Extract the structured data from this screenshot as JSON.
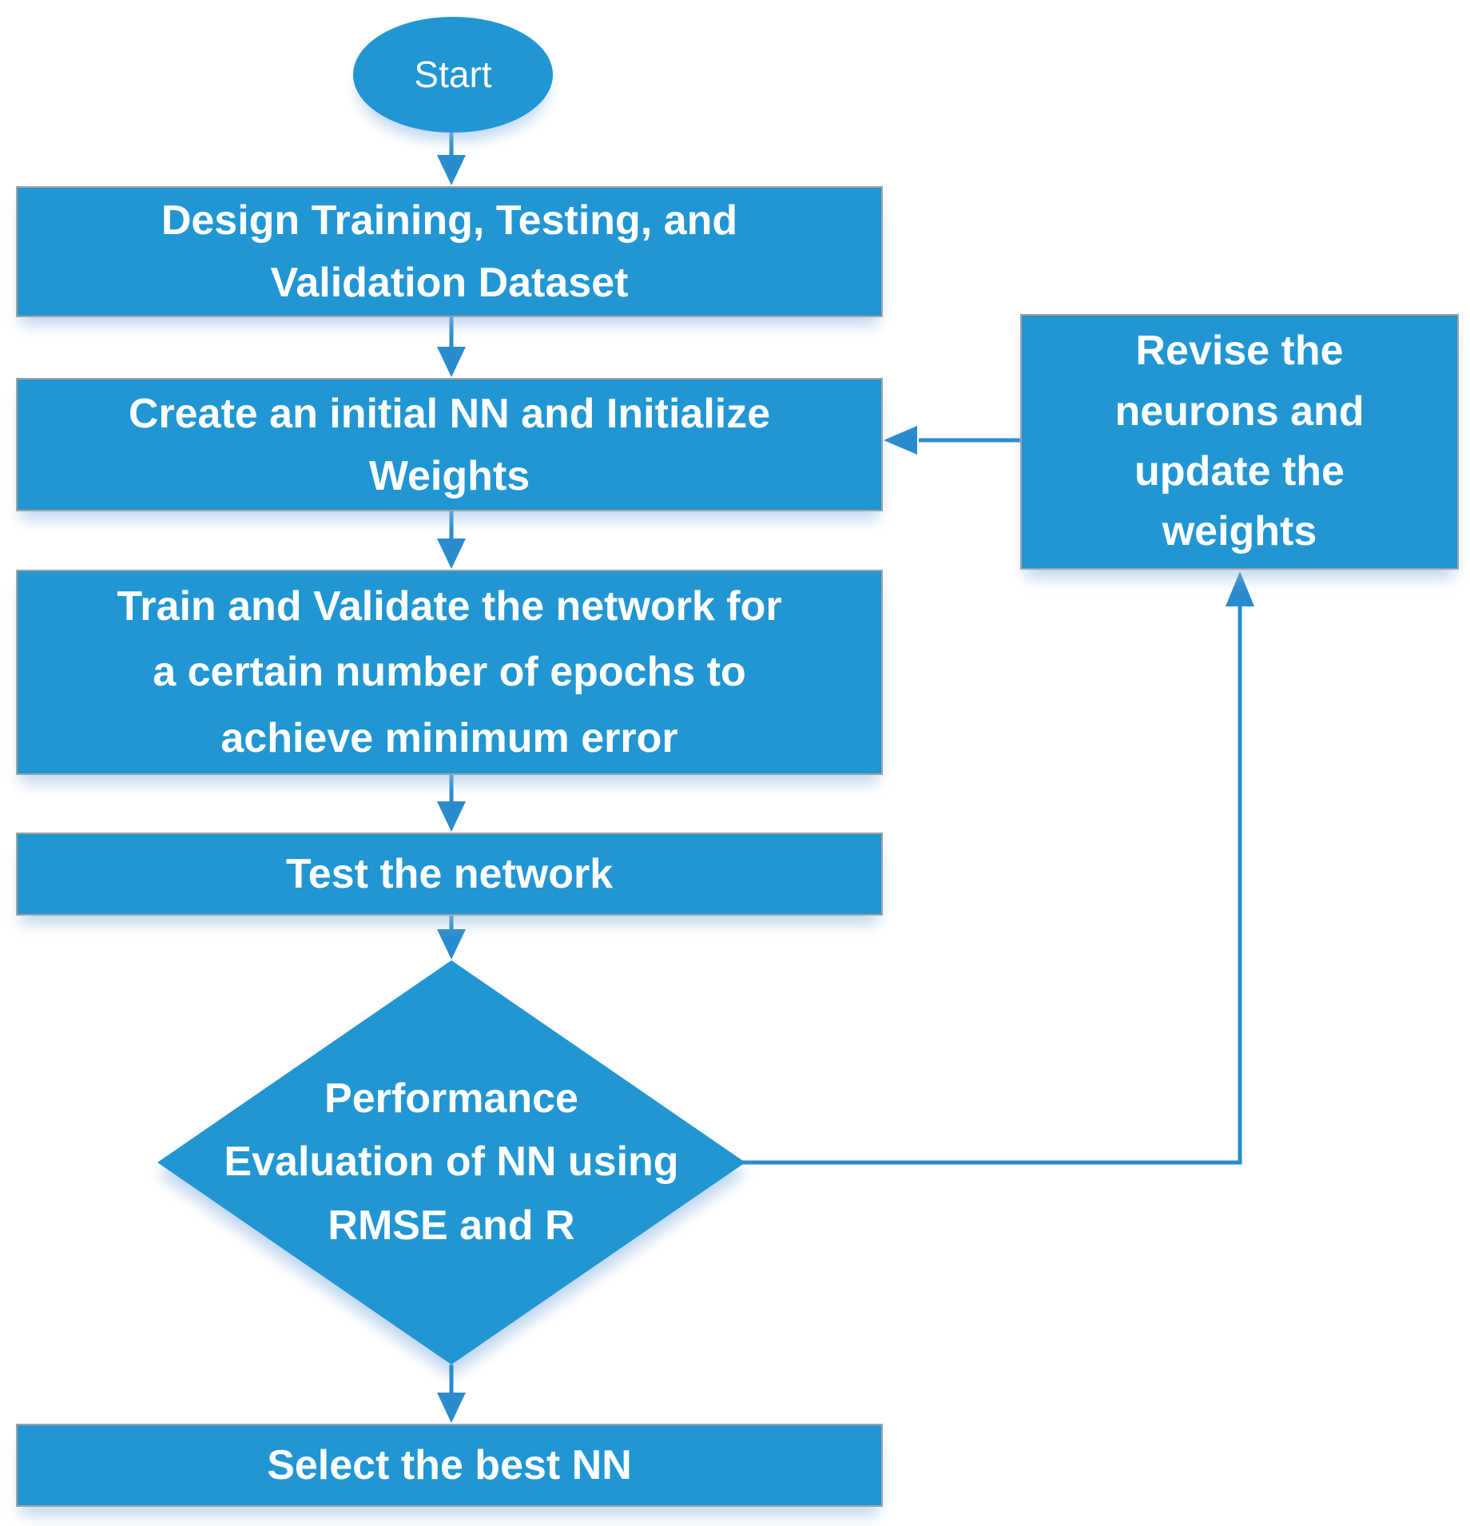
{
  "diagram": {
    "type": "flowchart",
    "colors": {
      "shape_fill": "#2196d3",
      "connector": "#2a8ccd",
      "border": "#a2a2a2",
      "text": "#ffffff",
      "background": "#ffffff"
    },
    "nodes": {
      "start": {
        "type": "terminator",
        "lines": [
          "Start"
        ]
      },
      "design_dataset": {
        "type": "process",
        "lines": [
          "Design Training, Testing, and",
          "Validation Dataset"
        ]
      },
      "create_nn": {
        "type": "process",
        "lines": [
          "Create an initial NN and Initialize",
          "Weights"
        ]
      },
      "train_validate": {
        "type": "process",
        "lines": [
          "Train and Validate the network for",
          "a certain number of epochs to",
          "achieve minimum error"
        ]
      },
      "test_network": {
        "type": "process",
        "lines": [
          "Test the network"
        ]
      },
      "performance_eval": {
        "type": "decision",
        "lines": [
          "Performance",
          "Evaluation of NN using",
          "RMSE and R"
        ]
      },
      "select_best": {
        "type": "process",
        "lines": [
          "Select the best NN"
        ]
      },
      "revise_neurons": {
        "type": "process",
        "lines": [
          "Revise the",
          "neurons and",
          "update the",
          "weights"
        ]
      }
    },
    "edges": [
      {
        "from": "start",
        "to": "design_dataset"
      },
      {
        "from": "design_dataset",
        "to": "create_nn"
      },
      {
        "from": "create_nn",
        "to": "train_validate"
      },
      {
        "from": "train_validate",
        "to": "test_network"
      },
      {
        "from": "test_network",
        "to": "performance_eval"
      },
      {
        "from": "performance_eval",
        "to": "select_best"
      },
      {
        "from": "performance_eval",
        "to": "revise_neurons"
      },
      {
        "from": "revise_neurons",
        "to": "create_nn"
      }
    ]
  }
}
